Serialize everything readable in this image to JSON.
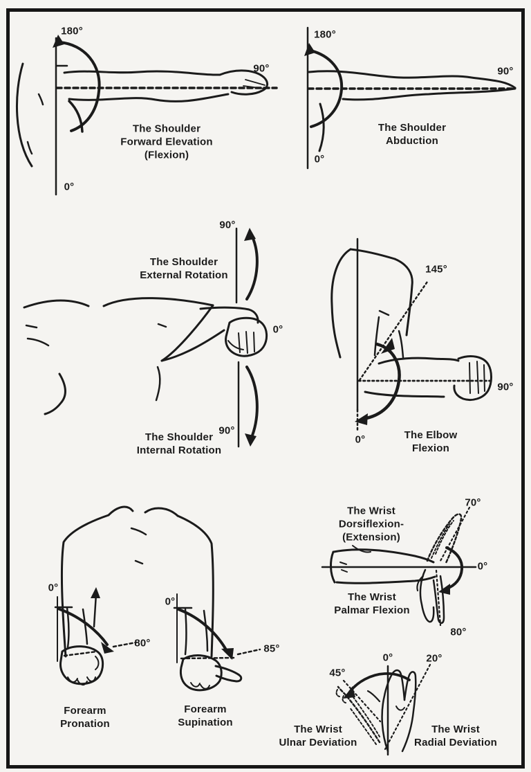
{
  "document": {
    "kind": "scanned line-art diagram",
    "subject": "Joint range of motion: shoulder, elbow, forearm, wrist",
    "ink_color": "#1b1b1b",
    "paper_color": "#f5f4f1"
  },
  "panels": {
    "shoulder_flexion": {
      "caption": [
        "The Shoulder",
        "Forward Elevation",
        "(Flexion)"
      ],
      "angles": {
        "top": "180°",
        "side": "90°",
        "bottom": "0°"
      }
    },
    "shoulder_abduction": {
      "caption": [
        "The Shoulder",
        "Abduction"
      ],
      "angles": {
        "top": "180°",
        "side": "90°",
        "bottom": "0°"
      }
    },
    "shoulder_rotation": {
      "caption_external": [
        "The Shoulder",
        "External Rotation"
      ],
      "caption_internal": [
        "The Shoulder",
        "Internal Rotation"
      ],
      "angles": {
        "external": "90°",
        "neutral": "0°",
        "internal": "90°"
      }
    },
    "elbow_flexion": {
      "caption": [
        "The Elbow",
        "Flexion"
      ],
      "angles": {
        "full": "145°",
        "mid": "90°",
        "start": "0°"
      }
    },
    "forearm": {
      "caption_pronation": [
        "Forearm",
        "Pronation"
      ],
      "caption_supination": [
        "Forearm",
        "Supination"
      ],
      "angles": {
        "pronation_start": "0°",
        "pronation_end": "80°",
        "supination_start": "0°",
        "supination_end": "85°"
      }
    },
    "wrist_flexion": {
      "caption_dorsiflexion": [
        "The Wrist",
        "Dorsiflexion-",
        "(Extension)"
      ],
      "caption_palmar": [
        "The Wrist",
        "Palmar Flexion"
      ],
      "angles": {
        "dorsiflexion": "70°",
        "neutral": "0°",
        "palmar": "80°"
      }
    },
    "wrist_deviation": {
      "caption_ulnar": [
        "The Wrist",
        "Ulnar Deviation"
      ],
      "caption_radial": [
        "The Wrist",
        "Radial Deviation"
      ],
      "angles": {
        "ulnar": "45°",
        "neutral": "0°",
        "radial": "20°"
      }
    }
  }
}
